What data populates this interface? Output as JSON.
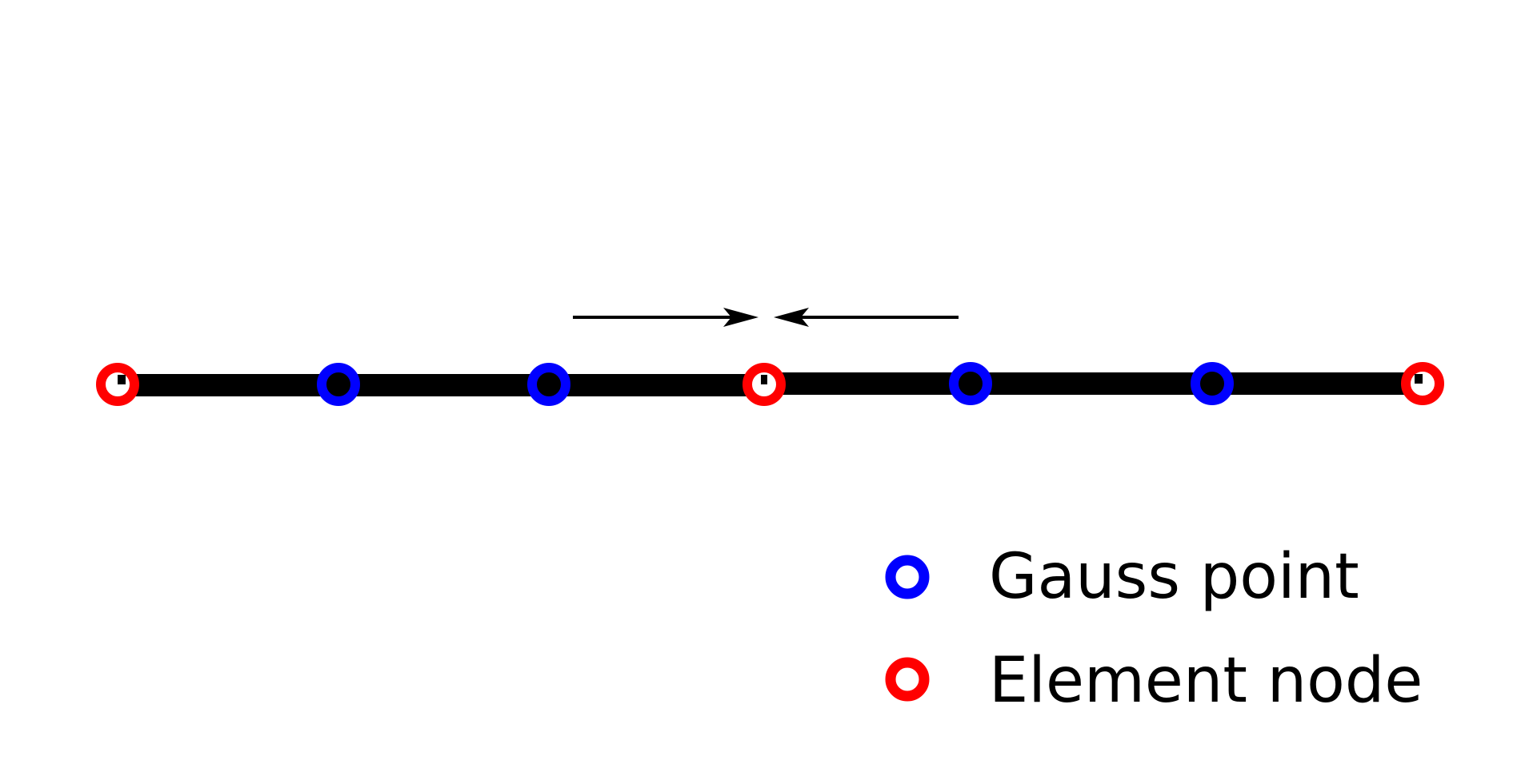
{
  "colors": {
    "gauss_point": "#0000ff",
    "element_node": "#ff0000",
    "bar": "#000000",
    "arrow": "#000000",
    "background": "#ffffff"
  },
  "diagram": {
    "bar": "one-dimensional mesh, two elements",
    "points": [
      {
        "kind": "element_node"
      },
      {
        "kind": "gauss_point"
      },
      {
        "kind": "gauss_point"
      },
      {
        "kind": "element_node"
      },
      {
        "kind": "gauss_point"
      },
      {
        "kind": "gauss_point"
      },
      {
        "kind": "element_node"
      }
    ],
    "arrows": [
      "right-pointing",
      "left-pointing"
    ]
  },
  "legend": {
    "items": [
      {
        "kind": "gauss_point",
        "label": "Gauss point"
      },
      {
        "kind": "element_node",
        "label": "Element node"
      }
    ]
  }
}
